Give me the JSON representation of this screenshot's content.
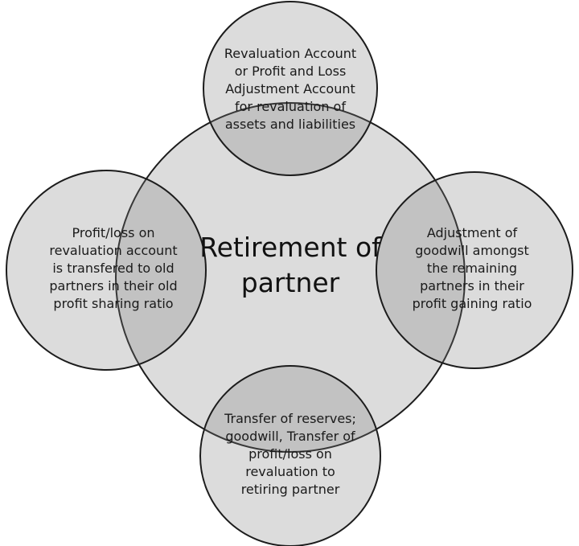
{
  "diagram": {
    "center": {
      "lines": [
        "Retirement of",
        "partner"
      ]
    },
    "top": {
      "lines": [
        "Revaluation Account",
        "or Profit and Loss",
        "Adjustment Account",
        "for revaluation of",
        "assets and liabilities"
      ]
    },
    "left": {
      "lines": [
        "Profit/loss on",
        "revaluation account",
        "is transfered to old",
        "partners in their old",
        "profit sharing ratio"
      ]
    },
    "right": {
      "lines": [
        "Adjustment of",
        "goodwill amongst",
        "the remaining",
        "partners in their",
        "profit gaining ratio"
      ]
    },
    "bottom": {
      "lines": [
        "Transfer of reserves;",
        "goodwill, Transfer of",
        "profit/loss on",
        "revaluation to",
        "retiring partner"
      ]
    }
  }
}
